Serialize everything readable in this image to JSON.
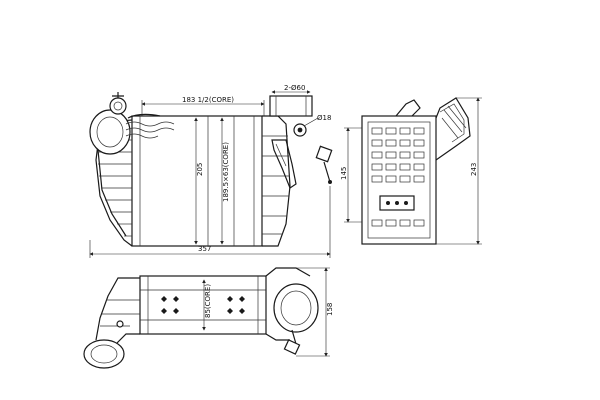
{
  "dimensions": {
    "core_width": "183 1/2(CORE)",
    "core_height": "189.5×63(CORE)",
    "height_205": "205",
    "overall_width": "357",
    "inlet_diameter": "2-Ø60",
    "bolt_diameter": "Ø18",
    "side_height": "145",
    "overall_height": "243",
    "core_depth": "85(CORE)",
    "bottom_depth": "158"
  }
}
